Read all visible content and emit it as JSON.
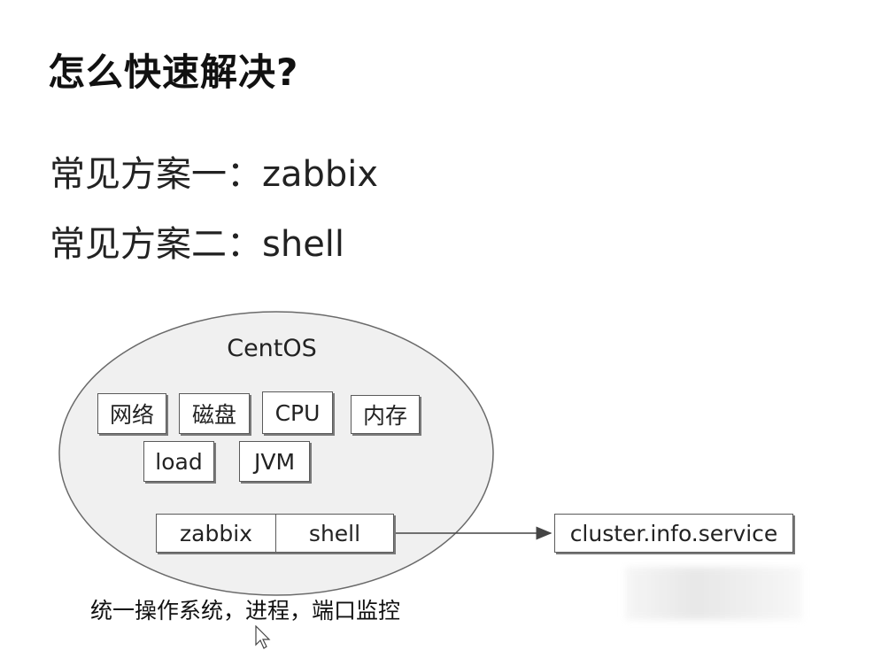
{
  "heading": "怎么快速解决?",
  "options": [
    "常见方案一：zabbix",
    "常见方案二：shell"
  ],
  "diagram": {
    "os_label": "CentOS",
    "metrics": [
      "网络",
      "磁盘",
      "CPU",
      "内存",
      "load",
      "JVM"
    ],
    "tools": [
      "zabbix",
      "shell"
    ],
    "target": "cluster.info.service",
    "caption": "统一操作系统，进程，端口监控"
  }
}
